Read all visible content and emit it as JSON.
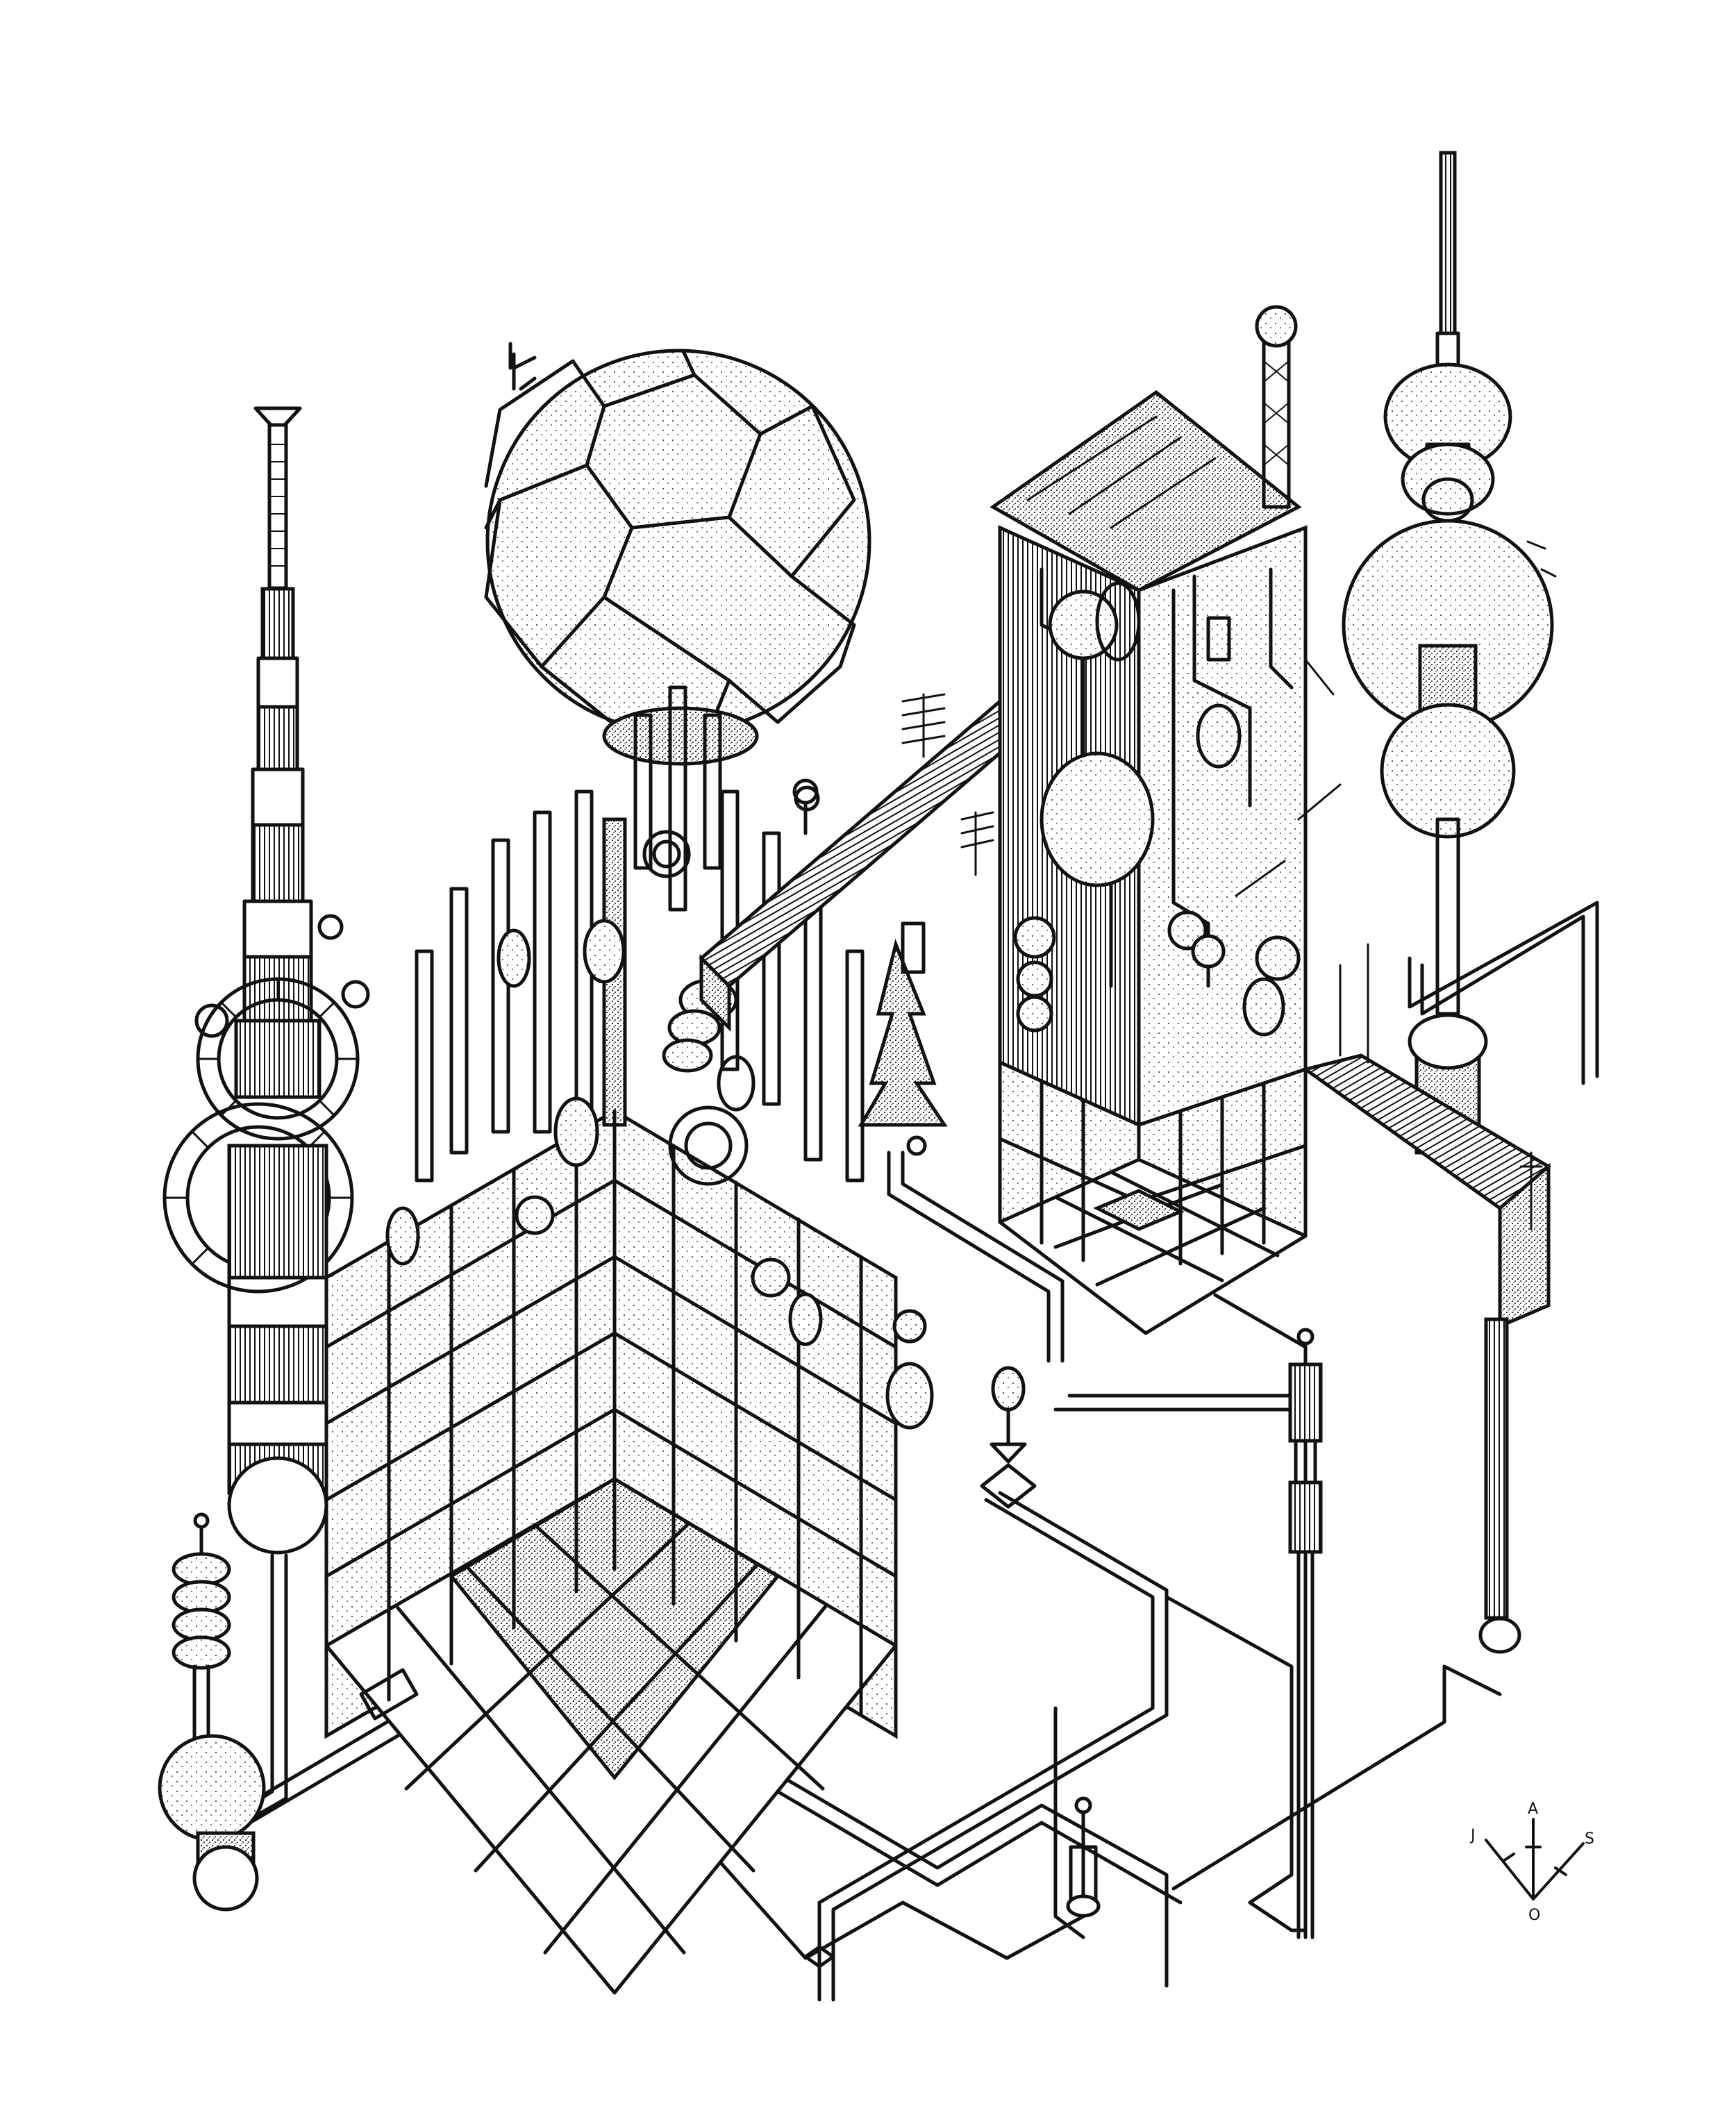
{
  "artwork": {
    "background": "#ffffff",
    "ink": "#111111",
    "signature_letters": [
      "A",
      "J",
      "S",
      "O"
    ],
    "structures": [
      "left-antenna-tower",
      "geodesic-sphere",
      "lattice-cube",
      "right-slab-tower",
      "right-disc-tower",
      "pipe-network"
    ]
  }
}
